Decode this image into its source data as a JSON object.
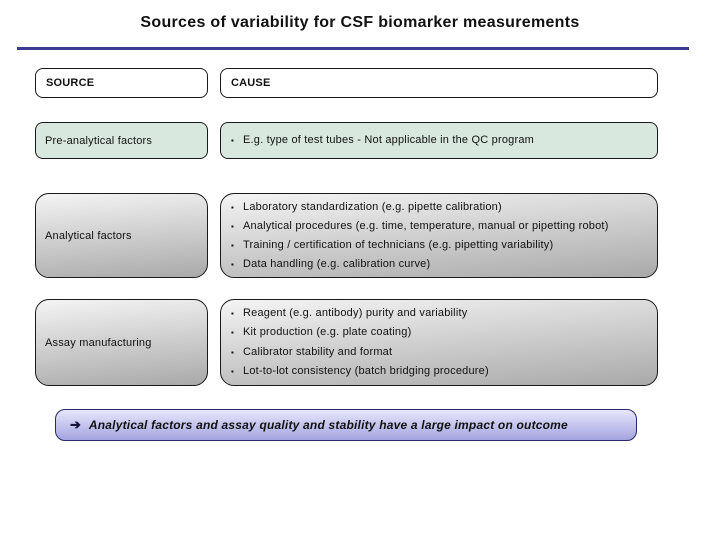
{
  "title": "Sources of variability for CSF biomarker measurements",
  "colors": {
    "accent-rule": "#3b3b8f",
    "row-green": "#d9e8de",
    "gray-top": "#f4f4f4",
    "gray-bottom": "#a9a9a9",
    "callout-top": "#e7e7fc",
    "callout-bottom": "#a3a3e0",
    "callout-border": "#2a2a6a",
    "box-border": "#1a1a1a",
    "text": "#111111"
  },
  "glyphs": {
    "bullet": "▪",
    "arrow": "➔"
  },
  "table": {
    "header": {
      "source": "SOURCE",
      "cause": "CAUSE"
    },
    "rows": [
      {
        "source": "Pre-analytical factors",
        "causes": [
          "E.g. type of test tubes - Not applicable in the QC program"
        ]
      },
      {
        "source": "Analytical factors",
        "causes": [
          "Laboratory standardization (e.g. pipette calibration)",
          "Analytical procedures (e.g. time, temperature, manual or pipetting robot)",
          "Training / certification of technicians (e.g. pipetting variability)",
          "Data handling (e.g. calibration curve)"
        ]
      },
      {
        "source": "Assay manufacturing",
        "causes": [
          "Reagent (e.g. antibody) purity and variability",
          "Kit production (e.g. plate coating)",
          "Calibrator stability and format",
          "Lot-to-lot consistency (batch bridging procedure)"
        ]
      }
    ]
  },
  "callout": {
    "text": "Analytical factors and assay quality and stability have a large impact on outcome"
  }
}
